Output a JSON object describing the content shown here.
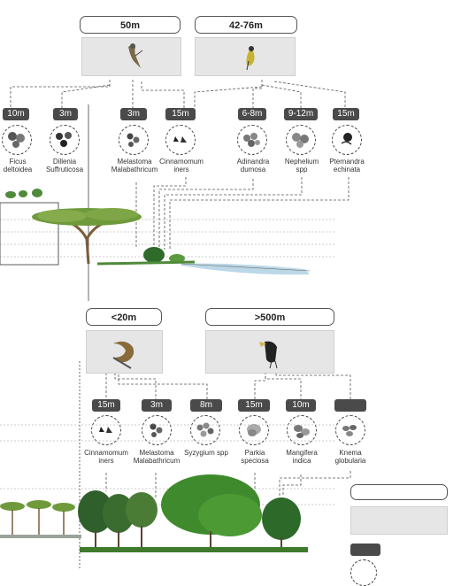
{
  "top": {
    "range_left": "50m",
    "range_right": "42-76m",
    "plants": [
      {
        "tag": "10m",
        "name_line1": "Ficus",
        "name_line2": "deltoidea"
      },
      {
        "tag": "3m",
        "name_line1": "Dillenia",
        "name_line2": "Suffruticosa"
      },
      {
        "tag": "3m",
        "name_line1": "Melastoma",
        "name_line2": "Malabathricum"
      },
      {
        "tag": "15m",
        "name_line1": "Cinnamomum",
        "name_line2": "iners"
      },
      {
        "tag": "6-8m",
        "name_line1": "Adinandra",
        "name_line2": "dumosa"
      },
      {
        "tag": "9-12m",
        "name_line1": "Nephelium",
        "name_line2": "spp"
      },
      {
        "tag": "15m",
        "name_line1": "Pternandra",
        "name_line2": "echinata"
      }
    ]
  },
  "bottom": {
    "range_left": "<20m",
    "range_right": ">500m",
    "plants": [
      {
        "tag": "15m",
        "name_line1": "Cinnamomum",
        "name_line2": "iners"
      },
      {
        "tag": "3m",
        "name_line1": "Melastoma",
        "name_line2": "Malabathricum"
      },
      {
        "tag": "8m",
        "name_line1": "Syzygium spp",
        "name_line2": ""
      },
      {
        "tag": "15m",
        "name_line1": "Parkia",
        "name_line2": "speciosa"
      },
      {
        "tag": "10m",
        "name_line1": "Mangifera",
        "name_line2": "indica"
      },
      {
        "tag": "",
        "name_line1": "Knema",
        "name_line2": "globularia"
      }
    ]
  },
  "colors": {
    "tag_fill": "#4a4a4a",
    "animal_box_fill": "#e6e6e6",
    "tree_green": "#3f7a2c",
    "water_blue": "#bcd8e8"
  },
  "icons": {
    "top_left_animal": "bird-icon",
    "top_right_animal": "yellow-bird-icon",
    "bottom_left_animal": "squirrel-icon",
    "bottom_right_animal": "hornbill-icon"
  }
}
